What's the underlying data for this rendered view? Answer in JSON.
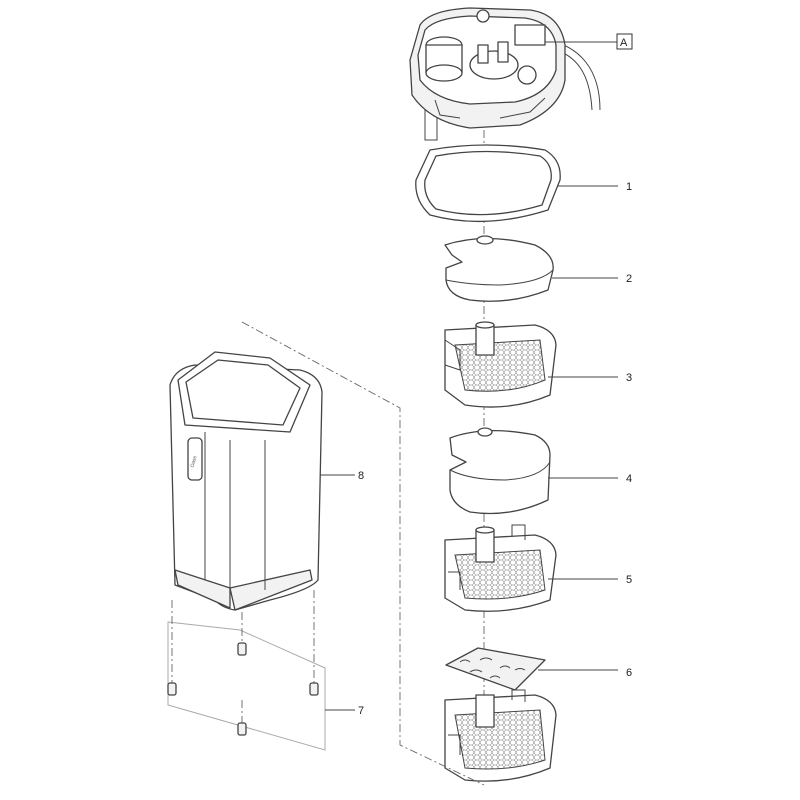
{
  "diagram": {
    "labels": {
      "A": "A",
      "p1": "1",
      "p2": "2",
      "p3": "3",
      "p4": "4",
      "p5": "5",
      "p6": "6",
      "p7": "7",
      "p8": "8"
    },
    "brand_mark": "Oase"
  }
}
